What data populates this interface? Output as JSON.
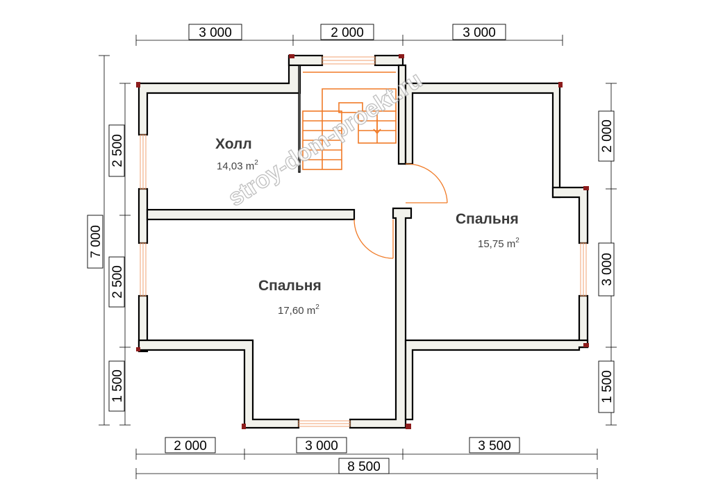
{
  "dimensions": {
    "top": [
      "3 000",
      "2 000",
      "3 000"
    ],
    "bottom": [
      "2 000",
      "3 000",
      "3 500"
    ],
    "total_width": "8 500",
    "left": [
      "2 500",
      "2 500",
      "1 500"
    ],
    "total_height": "7 000",
    "right": [
      "2 000",
      "3 000",
      "1 500"
    ]
  },
  "rooms": {
    "hall": {
      "name": "Холл",
      "area": "14,03 m",
      "area_sup": "2"
    },
    "bedroom_right": {
      "name": "Спальня",
      "area": "15,75 m",
      "area_sup": "2"
    },
    "bedroom_left": {
      "name": "Спальня",
      "area": "17,60 m",
      "area_sup": "2"
    }
  },
  "watermark": "stroy-dom-proekt.ru",
  "colors": {
    "wall_outline": "#000000",
    "wall_fill": "#f2f2ec",
    "corner": "#8c1c1c",
    "stairs_door": "#f07a26",
    "window": "#f0a070"
  }
}
